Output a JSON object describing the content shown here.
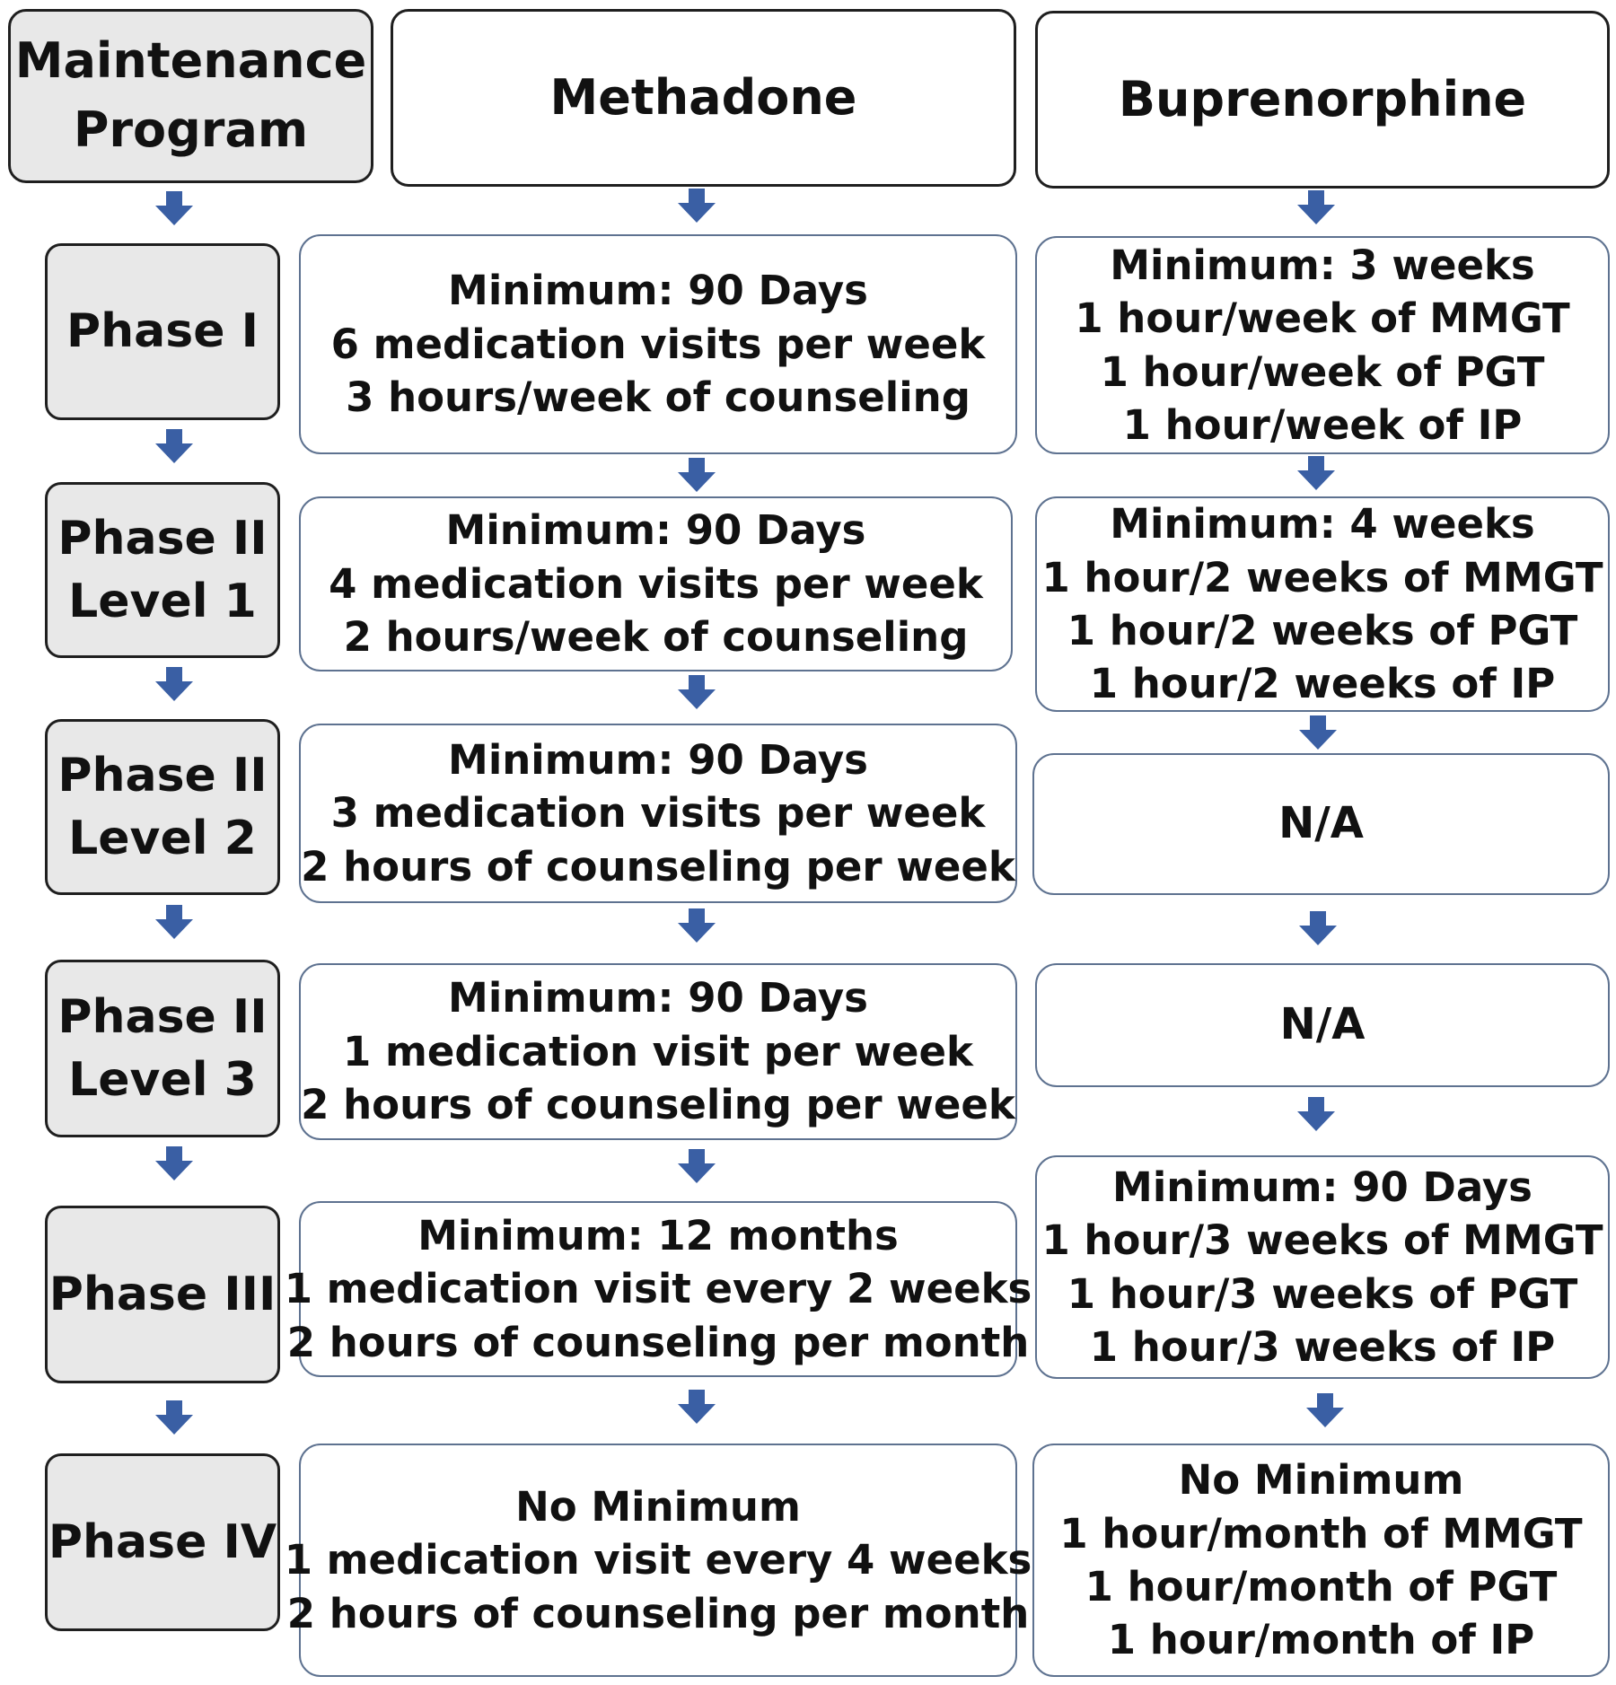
{
  "columns": {
    "program_header": "Maintenance Program",
    "program_header_lines": [
      "Maintenance",
      "Program"
    ],
    "methadone_header": "Methadone",
    "buprenorphine_header": "Buprenorphine"
  },
  "colors": {
    "arrow": "#3a5fa4",
    "cell_border": "#5e7290",
    "phase_fill": "#e8e8e8"
  },
  "phases": [
    {
      "label_lines": [
        "Phase I"
      ],
      "methadone": [
        "Minimum: 90 Days",
        "6 medication visits per week",
        "3 hours/week of counseling"
      ],
      "buprenorphine": [
        "Minimum: 3 weeks",
        "1 hour/week of MMGT",
        "1 hour/week of PGT",
        "1 hour/week of IP"
      ]
    },
    {
      "label_lines": [
        "Phase II",
        "Level 1"
      ],
      "methadone": [
        "Minimum: 90 Days",
        "4 medication visits per week",
        "2 hours/week of counseling"
      ],
      "buprenorphine": [
        "Minimum: 4 weeks",
        "1 hour/2 weeks of MMGT",
        "1 hour/2 weeks of PGT",
        "1 hour/2 weeks of IP"
      ]
    },
    {
      "label_lines": [
        "Phase II",
        "Level 2"
      ],
      "methadone": [
        "Minimum: 90 Days",
        "3 medication visits per week",
        "2 hours of counseling per week"
      ],
      "buprenorphine": [
        "N/A"
      ]
    },
    {
      "label_lines": [
        "Phase II",
        "Level 3"
      ],
      "methadone": [
        "Minimum: 90 Days",
        "1 medication visit per week",
        "2 hours of counseling per week"
      ],
      "buprenorphine": [
        "N/A"
      ]
    },
    {
      "label_lines": [
        "Phase III"
      ],
      "methadone": [
        "Minimum: 12 months",
        "1 medication visit every 2 weeks",
        "2 hours of counseling per month"
      ],
      "buprenorphine": [
        "Minimum: 90 Days",
        "1 hour/3 weeks of MMGT",
        "1 hour/3 weeks of PGT",
        "1 hour/3 weeks of IP"
      ]
    },
    {
      "label_lines": [
        "Phase IV"
      ],
      "methadone": [
        "No Minimum",
        "1 medication visit every 4 weeks",
        "2 hours of counseling per month"
      ],
      "buprenorphine": [
        "No Minimum",
        "1 hour/month of MMGT",
        "1 hour/month of PGT",
        "1 hour/month of IP"
      ]
    }
  ]
}
